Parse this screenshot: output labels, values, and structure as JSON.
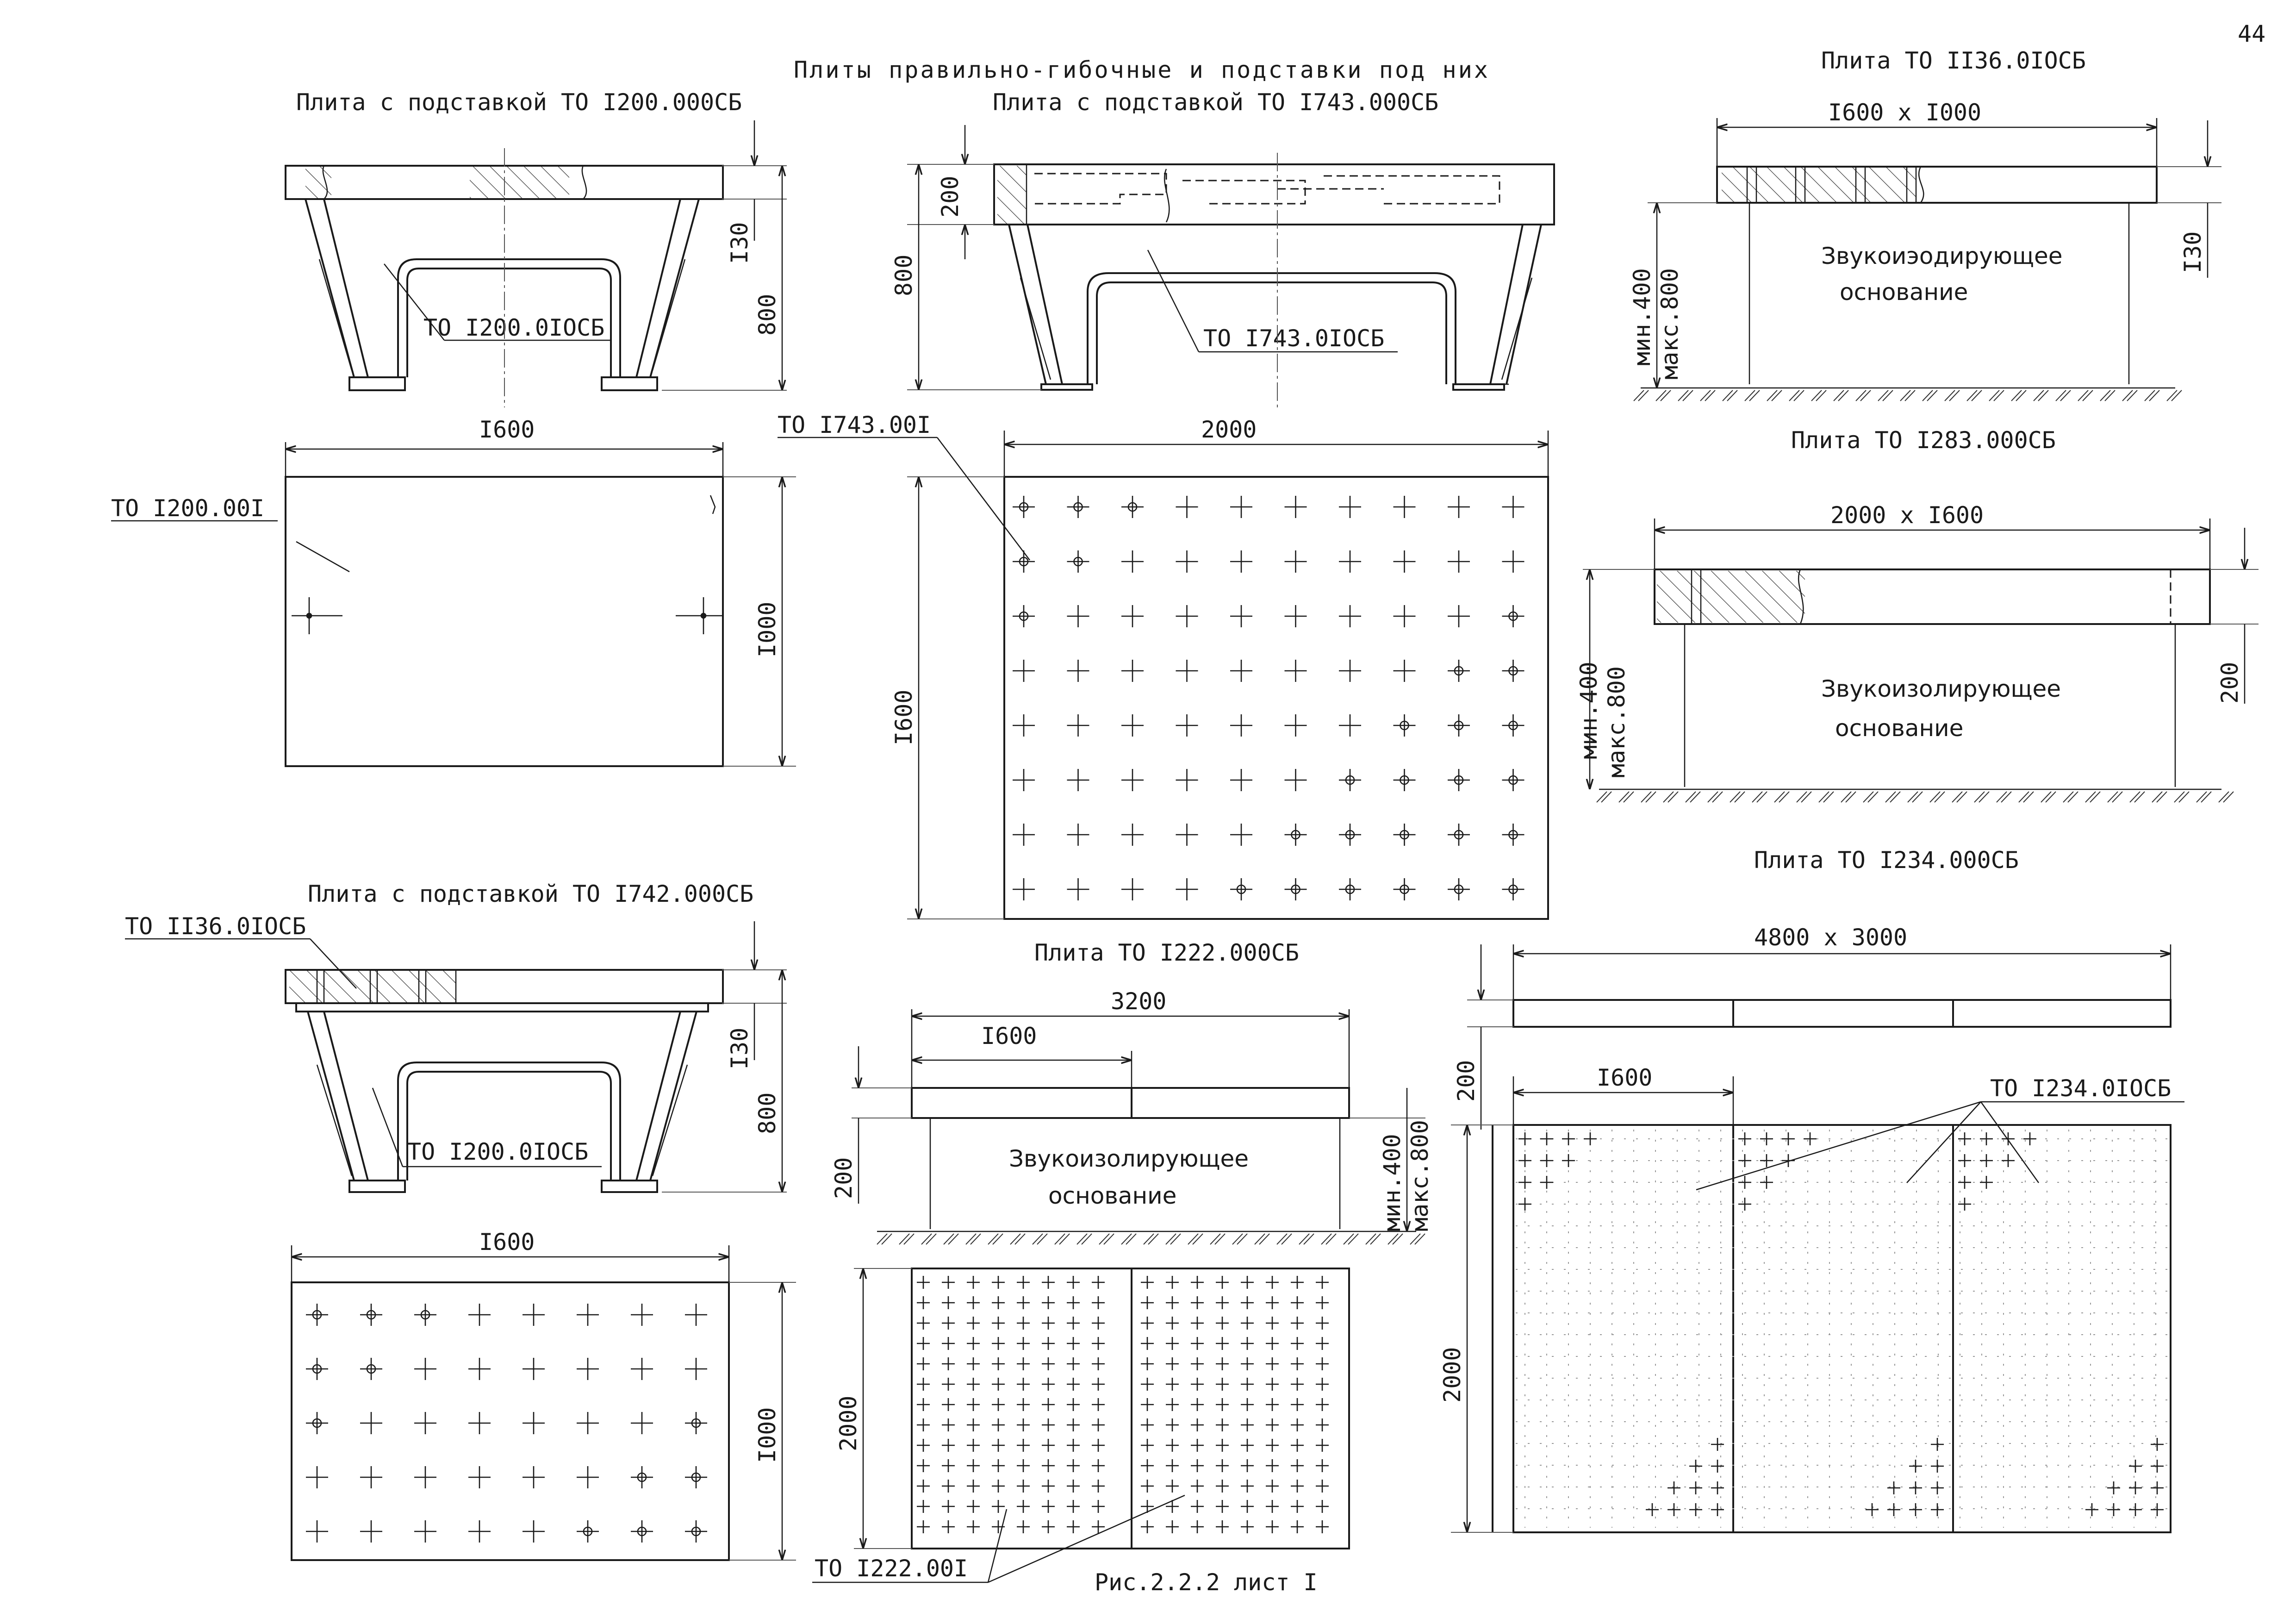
{
  "page_number": "44",
  "main_title": "Плиты правильно-гибочные и подставки под них",
  "figure_caption": "Рис.2.2.2 лист I",
  "note_sound_insulating": "Звукоизолирующее основание",
  "note_sound_insulating_alt": "Звукоиэодирующее основание",
  "view_a": {
    "title": "Плита с подставкой ТО I200.000СБ",
    "stand_label": "ТО I200.0IОСБ",
    "height_label": "800",
    "plate_thk_label": "I30",
    "width_label": "I600",
    "depth_label": "I000",
    "plate_label": "ТО I200.00I"
  },
  "view_b": {
    "title": "Плита с подставкой ТО I743.000СБ",
    "stand_label": "ТО I743.0IОСБ",
    "height_label": "800",
    "plate_thk_label": "200",
    "width_label": "2000",
    "depth_label": "I600",
    "plate_label": "ТО I743.00I"
  },
  "view_c": {
    "title": "Плита ТО II36.0IОСБ",
    "size_label": "I600 x I000",
    "plate_thk_label": "I30",
    "min_label": "мин.400",
    "max_label": "макс.800"
  },
  "view_d": {
    "title": "Плита ТО I283.000СБ",
    "size_label": "2000 x I600",
    "plate_thk_label": "200",
    "min_label": "мин.400",
    "max_label": "макс.800"
  },
  "view_e": {
    "title": "Плита с подставкой ТО I742.000СБ",
    "plate_label": "ТО II36.0IОСБ",
    "stand_label": "ТО I200.0IОСБ",
    "height_label": "800",
    "plate_thk_label": "I30",
    "width_label": "I600",
    "depth_label": "I000"
  },
  "view_f": {
    "title": "Плита ТО I222.000СБ",
    "total_label": "3200",
    "half_label": "I600",
    "plate_thk_label": "200",
    "depth_label": "2000",
    "min_label": "мин.400",
    "max_label": "макс.800",
    "plate_label": "ТО I222.00I"
  },
  "view_g": {
    "title": "Плита ТО I234.000СБ",
    "size_label": "4800 x 3000",
    "plate_thk_label": "200",
    "section_label": "I600",
    "depth_label": "2000",
    "plate_label": "ТО I234.0IОСБ"
  }
}
